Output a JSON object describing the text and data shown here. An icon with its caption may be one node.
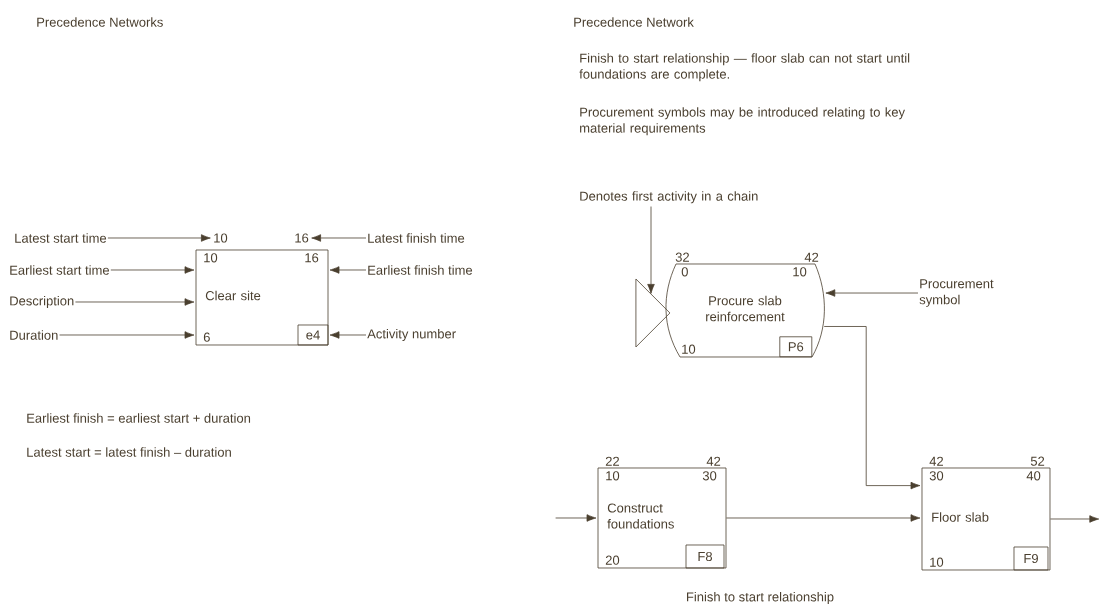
{
  "diagram": {
    "nodes": [
      {
        "text": [
          "Latest start time"
        ]
      },
      {
        "text": [
          "10"
        ]
      },
      {
        "text": [
          "16"
        ]
      },
      {
        "text": [
          "Latest finish time"
        ]
      },
      {
        "text": [
          "Earliest start time"
        ]
      },
      {
        "text": [
          "10",
          "16",
          "Clear site",
          "6"
        ]
      },
      {
        "text": [
          "e4"
        ],
        "in": 5
      },
      {
        "text": [
          "Earliest finish time"
        ]
      },
      {
        "text": [
          "Description"
        ]
      },
      {
        "text": [
          "Duration"
        ]
      },
      {
        "text": [
          "Activity number"
        ]
      },
      {
        "text": [
          "Denotes first activity in a chain"
        ]
      },
      {
        "text": [],
        "shape": "triangle"
      },
      {
        "text": [
          "0",
          "10",
          "Procure slab reinforcement",
          "10"
        ],
        "beside": [
          "32",
          "42"
        ]
      },
      {
        "text": [
          "P6"
        ],
        "in": 13
      },
      {
        "text": [
          "Procurement symbol"
        ]
      },
      {
        "text": [
          "10",
          "30",
          "Construct foundations",
          "20"
        ],
        "beside": [
          "22",
          "42"
        ]
      },
      {
        "text": [
          "F8"
        ],
        "in": 16
      },
      {
        "text": [
          "30",
          "40",
          "Floor slab",
          "10"
        ],
        "beside": [
          "42",
          "52"
        ]
      },
      {
        "text": [
          "F9"
        ],
        "in": 18
      }
    ],
    "edges": [
      {
        "from": 0,
        "to": 1,
        "arrow": "to"
      },
      {
        "from": 3,
        "to": 2,
        "arrow": "to"
      },
      {
        "from": 4,
        "to": 5,
        "arrow": "to"
      },
      {
        "from": 7,
        "to": 5,
        "arrow": "to"
      },
      {
        "from": 8,
        "to": 5,
        "arrow": "to"
      },
      {
        "from": 9,
        "to": 5,
        "arrow": "to"
      },
      {
        "from": 10,
        "to": 6,
        "arrow": "to"
      },
      {
        "from": 11,
        "to": 12,
        "arrow": "to"
      },
      {
        "from": 15,
        "to": 13,
        "arrow": "to"
      },
      {
        "from": 13,
        "to": 18,
        "arrow": "to"
      },
      {
        "from": null,
        "to": 16,
        "arrow": "to"
      },
      {
        "from": 16,
        "to": 18,
        "arrow": "to"
      },
      {
        "from": 18,
        "to": null,
        "arrow": "to"
      }
    ],
    "labels": [
      "Precedence Networks",
      "Precedence Network",
      "Finish to start relationship — floor slab can not start until foundations are complete.",
      "Procurement symbols may be introduced relating to key material requirements",
      "Earliest finish = earliest start + duration",
      "Latest start = latest finish – duration",
      "Finish to start relationship"
    ]
  }
}
